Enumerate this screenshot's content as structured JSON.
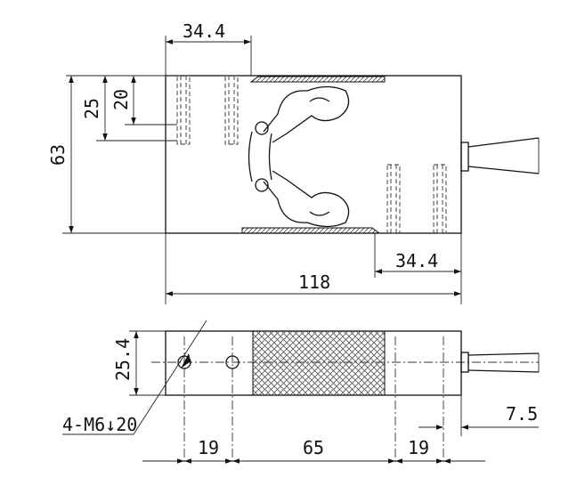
{
  "dimensions": {
    "top_hole_spacing": "34.4",
    "dim_25": "25",
    "dim_20": "20",
    "height": "63",
    "bottom_hole_spacing": "34.4",
    "length": "118",
    "width": "25.4",
    "thread_callout": "4-M6↓20",
    "cable_offset": "7.5",
    "spacing_left": "19",
    "spacing_middle": "65",
    "spacing_right": "19"
  },
  "colors": {
    "line": "#111111",
    "hatch": "#555555"
  }
}
